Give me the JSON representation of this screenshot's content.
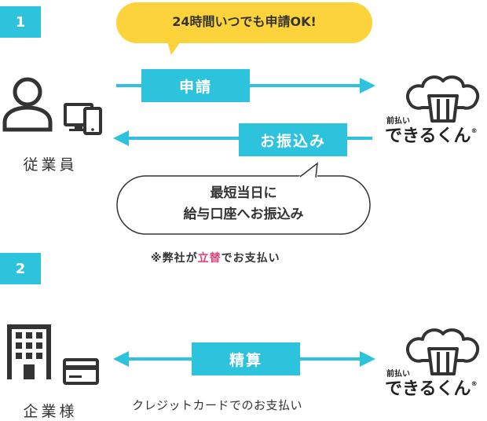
{
  "section1": {
    "step": "1",
    "speech_top": "24時間いつでも申請OK!",
    "arrow_right_label": "申請",
    "arrow_left_label": "お振込み",
    "bubble_line1": "最短当日に",
    "bubble_line2": "給与口座へお振込み",
    "note_prefix": "※弊社が",
    "note_highlight": "立替",
    "note_suffix": "でお支払い",
    "actor_caption": "従業員",
    "brand_small": "前払い",
    "brand_name": "できるくん",
    "brand_reg": "®"
  },
  "section2": {
    "step": "2",
    "arrow_label": "精算",
    "sub_caption": "クレジットカードでのお支払い",
    "actor_caption": "企業様",
    "brand_small": "前払い",
    "brand_name": "できるくん",
    "brand_reg": "®"
  },
  "colors": {
    "accent": "#2ec3dc",
    "bubble_yellow": "#fcd33a",
    "highlight": "#e8407a",
    "icon_dark": "#333333"
  }
}
